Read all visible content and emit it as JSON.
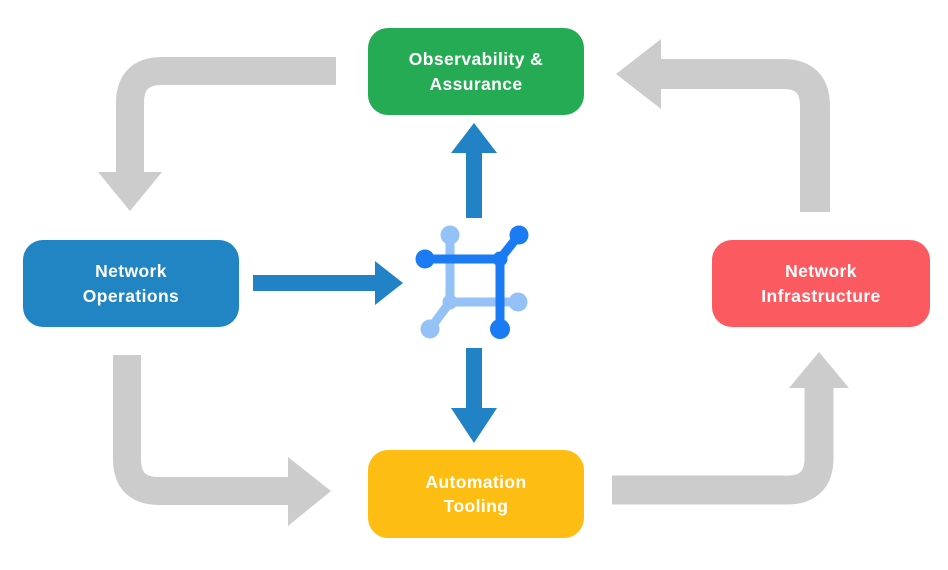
{
  "colors": {
    "green": "#26AB55",
    "blue": "#2185C4",
    "red": "#FB5B60",
    "yellow": "#FDBD12",
    "gray_arrow": "#CCCCCC",
    "blue_arrow": "#2182C6",
    "icon_dark_blue": "#1B7BF2",
    "icon_light_blue": "#94C2F6",
    "text": "#FFFFFF",
    "background": "#FFFFFF"
  },
  "nodes": {
    "observability": {
      "label": "Observability &\nAssurance",
      "color": "#26AB55"
    },
    "operations": {
      "label": "Network\nOperations",
      "color": "#2185C4"
    },
    "infrastructure": {
      "label": "Network\nInfrastructure",
      "color": "#FB5B60"
    },
    "automation": {
      "label": "Automation\nTooling",
      "color": "#FDBD12"
    }
  },
  "center_icon": {
    "name": "network-automation-hub-icon",
    "dark": "#1B7BF2",
    "light": "#94C2F6"
  },
  "flows": {
    "cycle": [
      {
        "from": "Observability & Assurance",
        "to": "Network Operations"
      },
      {
        "from": "Network Operations",
        "to": "Automation Tooling"
      },
      {
        "from": "Automation Tooling",
        "to": "Network Infrastructure"
      },
      {
        "from": "Network Infrastructure",
        "to": "Observability & Assurance"
      }
    ],
    "hub": [
      {
        "from": "Network Operations",
        "to": "center hub"
      },
      {
        "from": "center hub",
        "to": "Observability & Assurance"
      },
      {
        "from": "center hub",
        "to": "Automation Tooling"
      }
    ]
  }
}
